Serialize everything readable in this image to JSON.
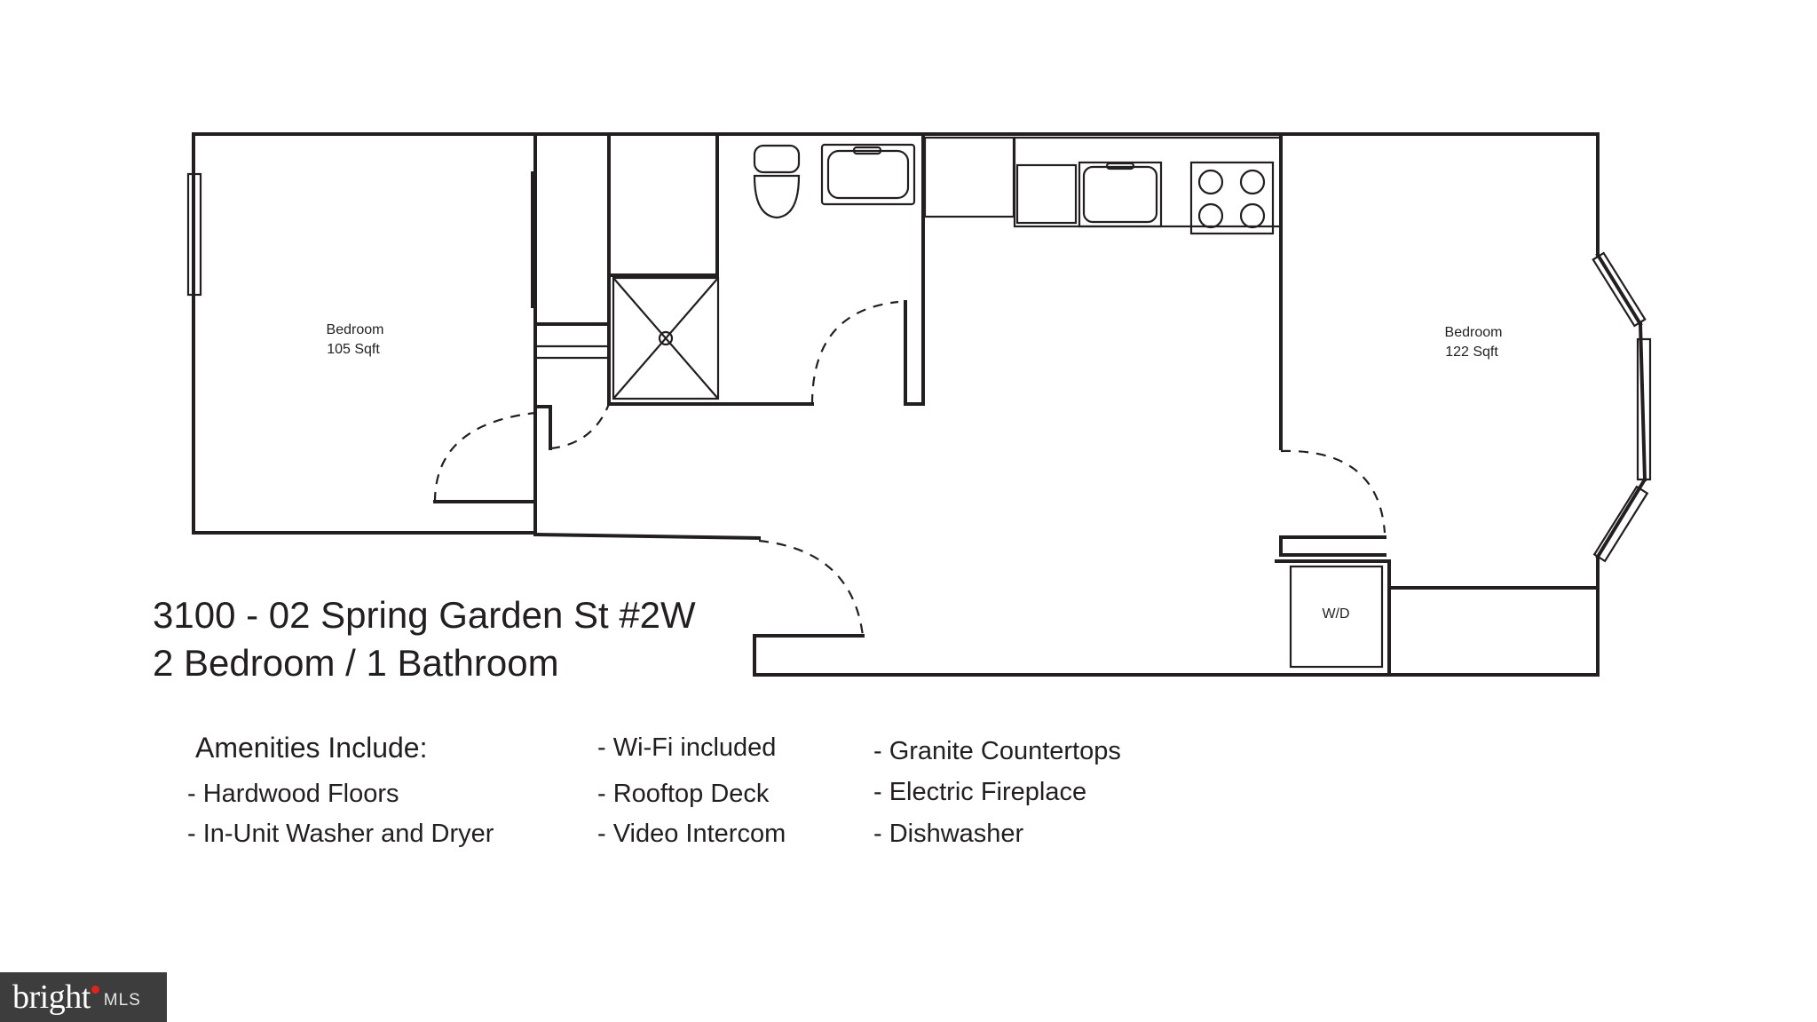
{
  "rooms": {
    "left_bedroom": {
      "name": "Bedroom",
      "area": "105 Sqft"
    },
    "right_bedroom": {
      "name": "Bedroom",
      "area": "122 Sqft"
    },
    "washer_dryer": "W/D"
  },
  "title": {
    "address": "3100 - 02 Spring Garden St #2W",
    "unit_type": "2 Bedroom / 1 Bathroom"
  },
  "amenities": {
    "heading": "Amenities Include:",
    "col1": [
      "- Hardwood Floors",
      "- In-Unit Washer and Dryer"
    ],
    "col2": [
      "- Wi-Fi included",
      "- Rooftop Deck",
      "- Video Intercom"
    ],
    "col3": [
      "- Granite Countertops",
      "- Electric Fireplace",
      "- Dishwasher"
    ]
  },
  "logo": {
    "word": "bright",
    "suffix": "MLS"
  },
  "colors": {
    "ink": "#231f20",
    "logo_bg": "#3d3d3d",
    "logo_dot": "#e2231a"
  }
}
